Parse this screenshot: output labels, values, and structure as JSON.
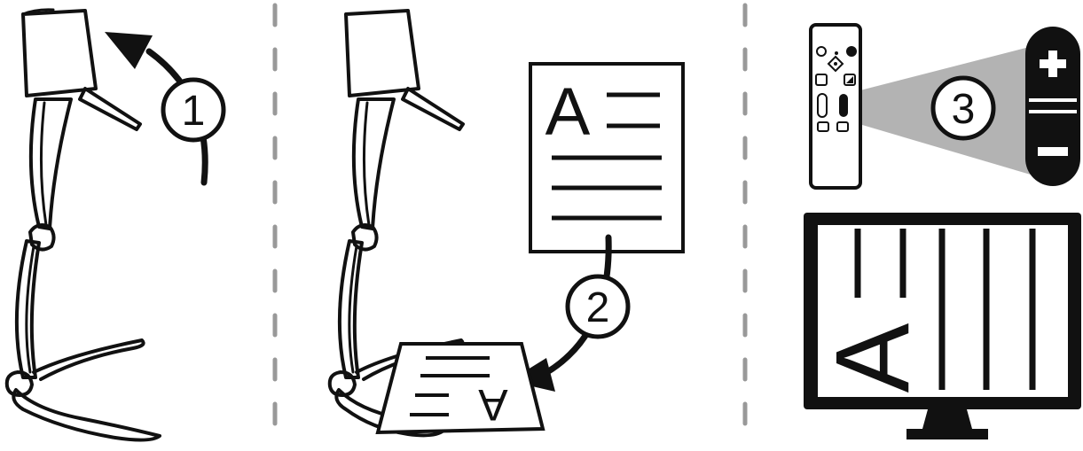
{
  "steps": [
    {
      "number": "1"
    },
    {
      "number": "2"
    },
    {
      "number": "3"
    }
  ],
  "document_letter": "A",
  "screen_letter": "A",
  "zoom_control": {
    "plus": "+",
    "minus": "−"
  },
  "colors": {
    "ink": "#111111",
    "background": "#ffffff",
    "beam": "#b3b3b3",
    "separator": "#999999"
  }
}
